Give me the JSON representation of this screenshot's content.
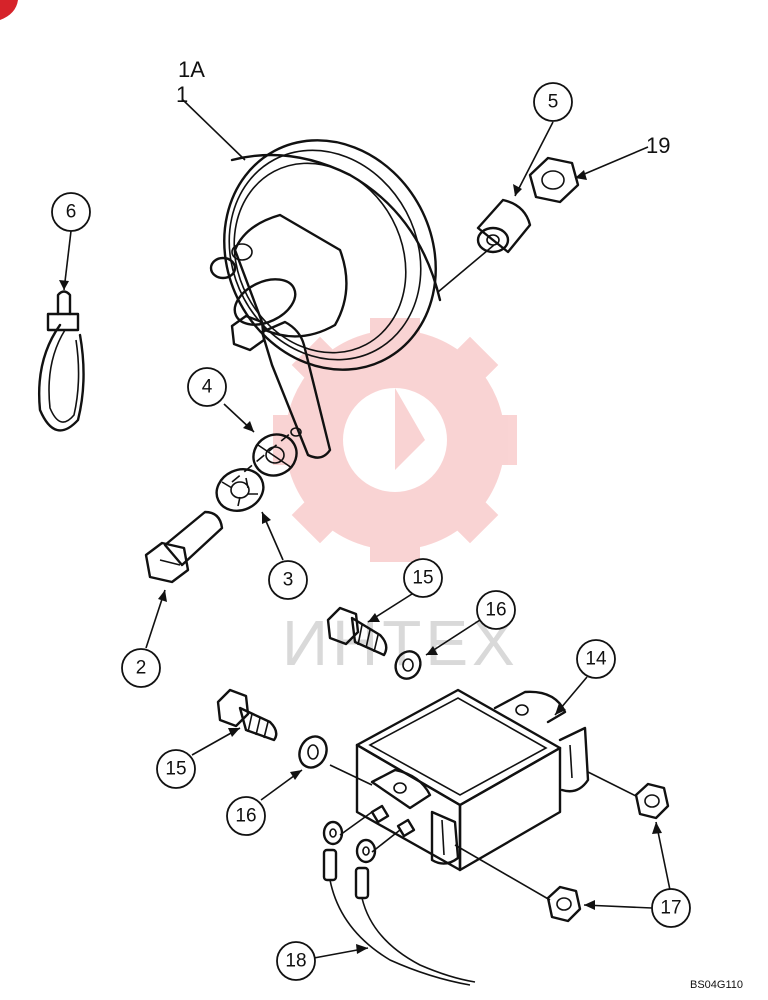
{
  "diagram": {
    "drawing_code": "BS04G110",
    "callouts": {
      "c1a": "1A",
      "c1": "1",
      "c2": "2",
      "c3": "3",
      "c4": "4",
      "c5": "5",
      "c6": "6",
      "c14": "14",
      "c15a": "15",
      "c15b": "15",
      "c16a": "16",
      "c16b": "16",
      "c17": "17",
      "c18": "18",
      "c19": "19"
    }
  },
  "watermark": {
    "text": "ИНТЕХ",
    "color": "#e83a3a"
  },
  "colors": {
    "line": "#111111",
    "background": "#ffffff",
    "corner_mark": "#d6232a"
  }
}
